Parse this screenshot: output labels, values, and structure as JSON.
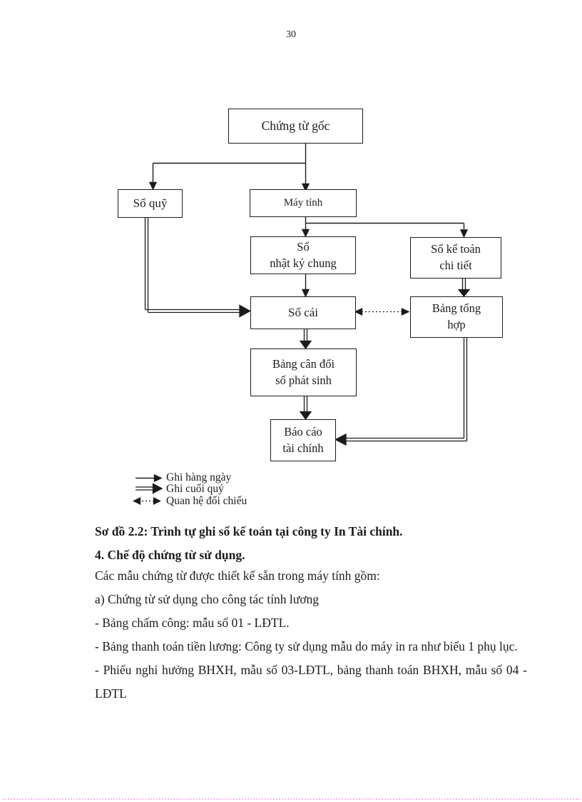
{
  "page_number": "30",
  "diagram": {
    "boxes": {
      "chung_tu_goc": "Chứng từ gốc",
      "so_quy": "Sổ quỹ",
      "may_tinh": "Máy tính",
      "so_nhat_ky_chung": "Sổ\nnhật ký chung",
      "so_ke_toan_chi_tiet": "Sổ kế toán\nchi tiết",
      "so_cai": "Sổ cái",
      "bang_tong_hop": "Bảng tổng\nhợp",
      "bang_can_doi": "Bảng cân đối\nsố phát sinh",
      "bao_cao_tai_chinh": "Báo cáo\ntài chính"
    },
    "legend": {
      "daily": "Ghi hàng ngày",
      "quarterly": "Ghi cuối quý",
      "reconcile": "Quan hệ đối chiếu"
    },
    "caption": "Sơ đồ 2.2: Trình tự ghi sổ kế toán tại công ty In Tài chính."
  },
  "content": {
    "heading": "4. Chế độ chứng từ sử dụng.",
    "paragraphs": [
      "Các mẫu chứng từ được thiết kế sẵn trong máy tính gồm:",
      "a) Chứng từ sử dụng cho công tác tính lương",
      " - Bảng chấm công: mẫu số 01  - LĐTL.",
      "- Bảng thanh toán tiền lương:  Công ty sử dụng mẫu do máy in ra như biểu 1 phụ lục.",
      "- Phiếu nghỉ hưởng BHXH, mẫu số 03-LĐTL, bảng thanh toán BHXH, mẫu số 04 - LĐTL"
    ]
  },
  "colors": {
    "ink": "#1c1c1c",
    "page_bg": "#ffffff",
    "footer_dots": "#fbb9ee"
  }
}
